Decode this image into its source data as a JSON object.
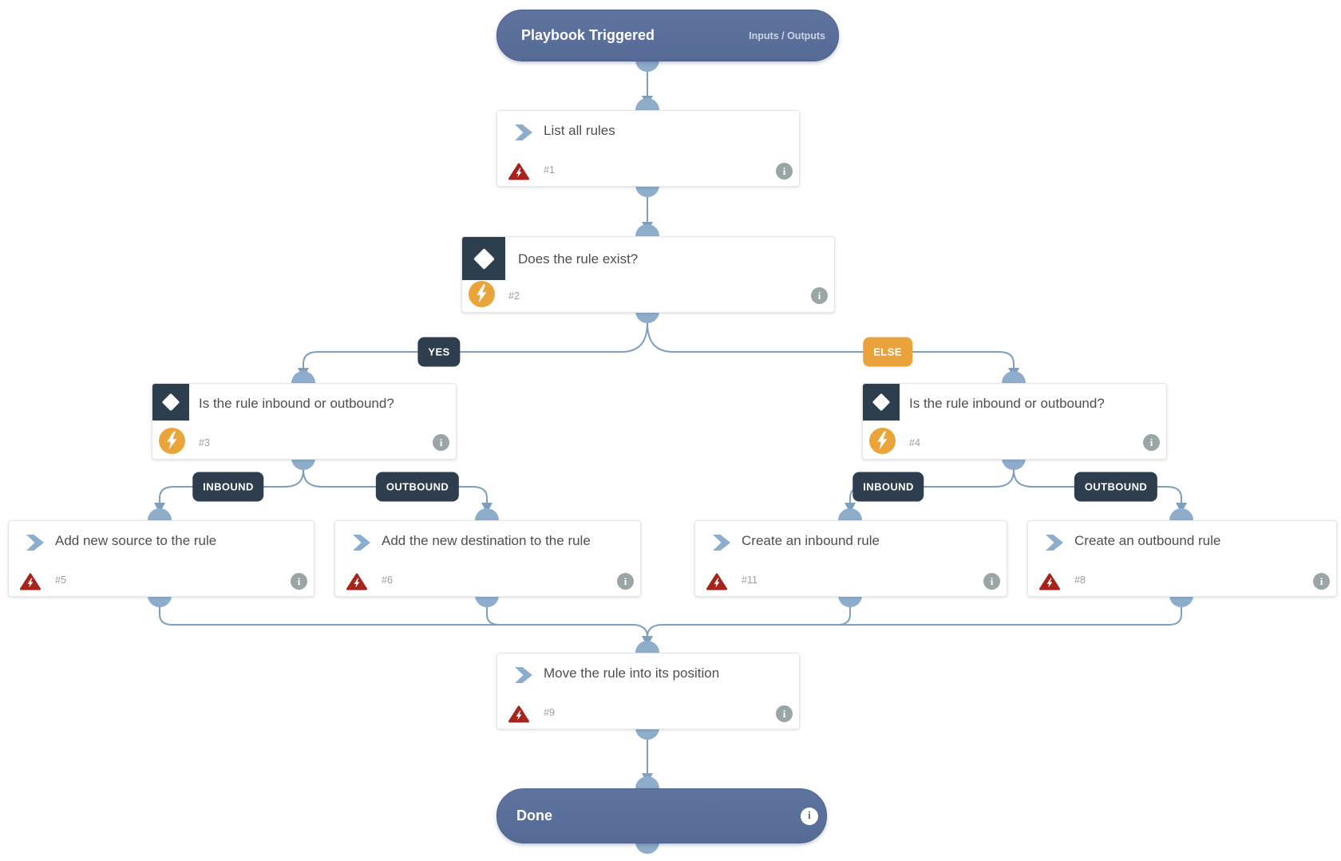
{
  "start_node": {
    "title": "Playbook Triggered",
    "io_label": "Inputs / Outputs"
  },
  "nodes": {
    "task1": {
      "title": "List all rules",
      "number": "#1"
    },
    "cond2": {
      "title": "Does the rule exist?",
      "number": "#2"
    },
    "cond3": {
      "title": "Is the rule inbound or outbound?",
      "number": "#3"
    },
    "cond4": {
      "title": "Is the rule inbound or outbound?",
      "number": "#4"
    },
    "task5": {
      "title": "Add new source to the rule",
      "number": "#5"
    },
    "task6": {
      "title": "Add the new destination to the rule",
      "number": "#6"
    },
    "task11": {
      "title": "Create an inbound rule",
      "number": "#11"
    },
    "task8": {
      "title": "Create an outbound rule",
      "number": "#8"
    },
    "task9": {
      "title": "Move the rule into its position",
      "number": "#9"
    }
  },
  "end_node": {
    "title": "Done"
  },
  "edge_labels": {
    "yes": "YES",
    "else": "ELSE",
    "inbound": "INBOUND",
    "outbound": "OUTBOUND"
  },
  "icons": {
    "info": "i"
  },
  "colors": {
    "node_slate": "#5c709b",
    "connector": "#7d9ebd",
    "port": "#8dadcb",
    "badge_navy": "#2e3e4f",
    "badge_orange": "#eaa23c",
    "automation_orange": "#eba43a",
    "error_red": "#a5251c",
    "chevron_blue": "#8cadcb",
    "title_text": "#4e4e4e"
  }
}
